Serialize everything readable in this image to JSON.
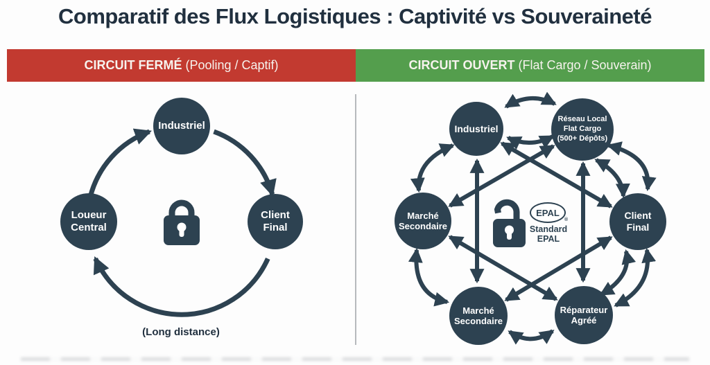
{
  "title": "Comparatif des Flux Logistiques : Captivité vs Souveraineté",
  "left_panel": {
    "header": {
      "bold": "CIRCUIT FERMÉ",
      "rest": " (Pooling / Captif)"
    },
    "nodes": {
      "industriel": "Industriel",
      "loueur": "Loueur\nCentral",
      "client": "Client\nFinal"
    },
    "lock_icon": "closed-padlock",
    "caption": "(Long distance)"
  },
  "right_panel": {
    "header": {
      "bold": "CIRCUIT OUVERT",
      "rest": " (Flat Cargo / Souverain)"
    },
    "nodes": {
      "industriel": "Industriel",
      "reseau": "Réseau Local\nFlat Cargo\n(500+ Dépôts)",
      "marche_left": "Marché\nSecondaire",
      "client": "Client\nFinal",
      "marche_bottom": "Marché\nSecondaire",
      "reparateur": "Réparateur\nAgréé"
    },
    "lock_icon": "open-padlock",
    "center": {
      "epal": "EPAL",
      "registered": "®",
      "standard": "Standard\nEPAL"
    }
  },
  "colors": {
    "red": "#c23a30",
    "green": "#549e4d",
    "node": "#2d4251",
    "title": "#21303f",
    "banner_text": "#f7f3ee",
    "divider": "#b6b9bc",
    "background": "#fdfdfd"
  }
}
